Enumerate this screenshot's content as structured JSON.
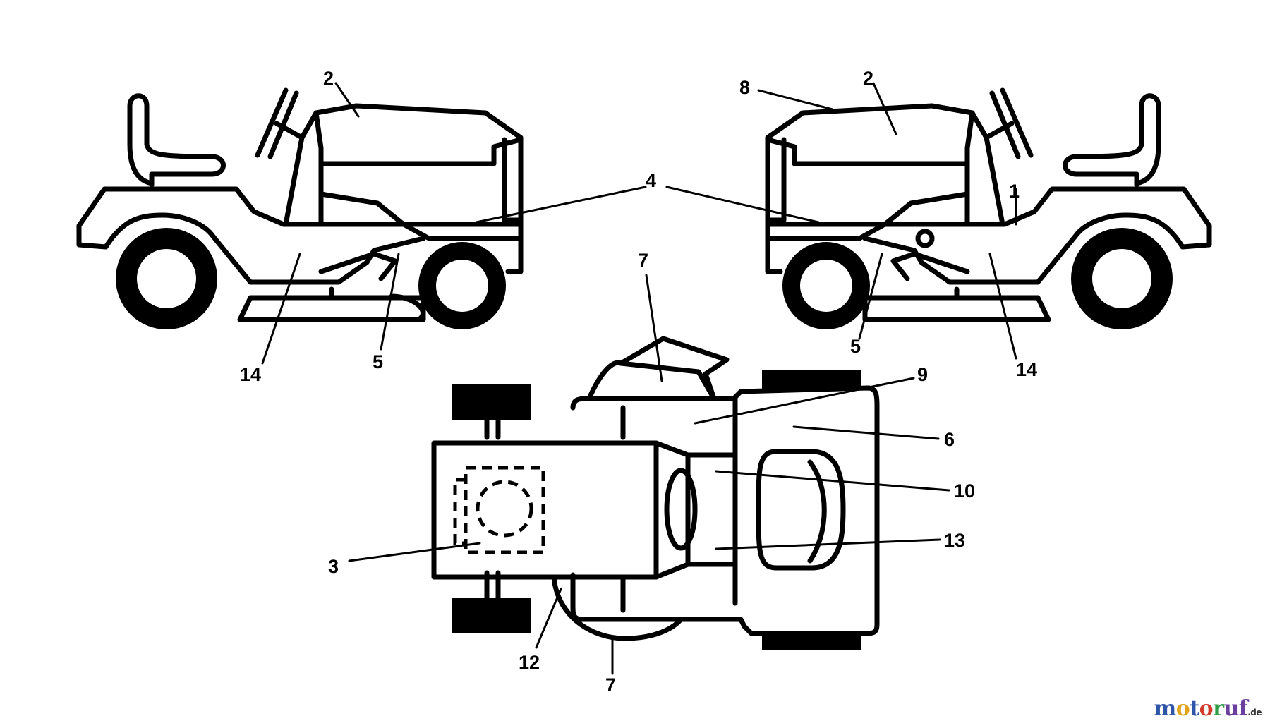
{
  "callouts": {
    "left_view": {
      "hood": "2",
      "side_panel": "4",
      "frame_rear": "14",
      "frame_mid": "5"
    },
    "right_view": {
      "hood_top": "8",
      "hood": "2",
      "side_panel": "4",
      "fender": "1",
      "frame_mid": "5",
      "frame_rear": "14"
    },
    "top_view": {
      "chute": "7",
      "dash": "9",
      "seat_area": "6",
      "control_panel": "10",
      "console": "13",
      "hood_top": "3",
      "deck_edge": "12",
      "deck_bottom": "7"
    }
  },
  "watermark": {
    "p1": "m",
    "p2": "o",
    "p3": "t",
    "p4": "o",
    "p5": "r",
    "p6": "uf",
    "suffix": ".de"
  }
}
